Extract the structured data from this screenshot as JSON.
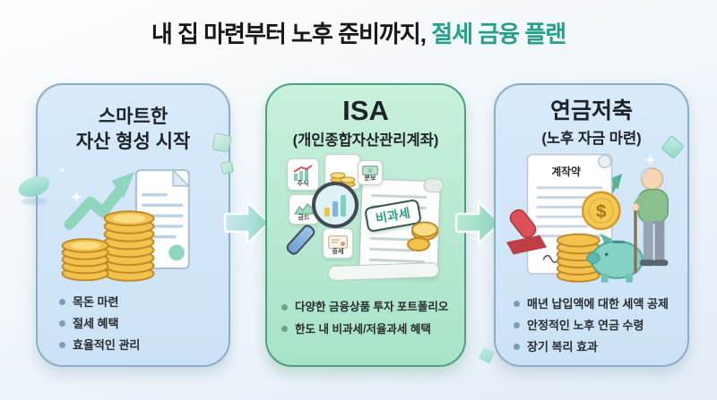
{
  "title": {
    "prefix": "내 집 마련부터 노후 준비까지, ",
    "accent": "절세 금융 플랜"
  },
  "colors": {
    "accent_teal": "#25a08b",
    "card_blue_fill": "#cfe4f7",
    "card_blue_border": "#8aaec6",
    "card_green_fill": "#b0e5cb",
    "card_green_border": "#4e9e82",
    "coin_gold": "#f3c24d",
    "flow_arrow_teal": "#9adbc8"
  },
  "icons": {
    "flow_arrow": "chevron-right-shape",
    "growth_arrow": "trend-up-arrow",
    "document": "paper-with-lines",
    "coin_stack": "stacked-gold-coins",
    "magnifier": "search-lens-over-bar-chart",
    "tax_stamp": "rounded-stamp-badge",
    "contract_seal": "red-ribbon-rosette",
    "rubber_stamp": "red-ink-stamp",
    "piggy_bank": "teal-piggy",
    "retiree": "elderly-man-with-cane"
  },
  "cards": [
    {
      "title_line1": "스마트한",
      "title_line2": "자산 형성 시작",
      "bullets": [
        "목돈 마련",
        "절세 혜택",
        "효율적인 관리"
      ]
    },
    {
      "title": "ISA",
      "subtitle": "(개인종합자산관리계좌)",
      "tiles": [
        "주식",
        "금드",
        "분보",
        "증세"
      ],
      "stamp": "비과세",
      "bullets": [
        "다양한 금융상품 투자 포트폴리오",
        "한도 내 비과세/저율과세 혜택"
      ]
    },
    {
      "title": "연금저축",
      "subtitle": "(노후 자금 마련)",
      "doc_title": "계작약",
      "coin_symbol": "$",
      "bullets": [
        "매년 납입액에 대한 세액 공제",
        "안정적인 노후 연금 수령",
        "장기 복리 효과"
      ]
    }
  ]
}
